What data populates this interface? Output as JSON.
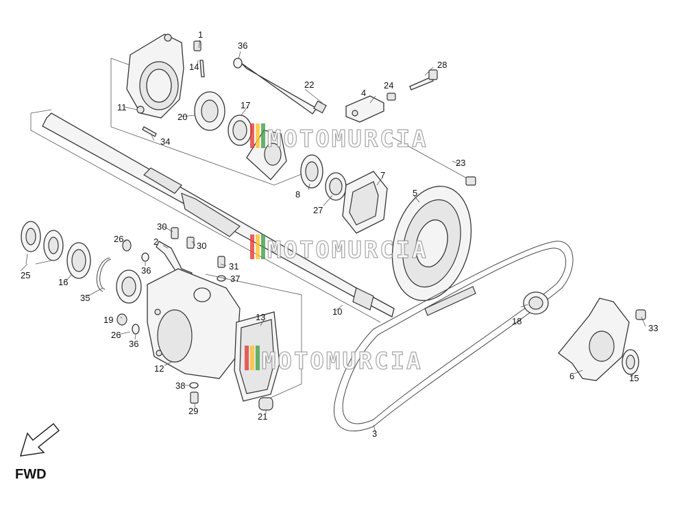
{
  "callouts": {
    "p1": "1",
    "p2": "2",
    "p3": "3",
    "p4": "4",
    "p5": "5",
    "p6": "6",
    "p7": "7",
    "p8": "8",
    "p10": "10",
    "p11": "11",
    "p12": "12",
    "p13": "13",
    "p14": "14",
    "p15": "15",
    "p16": "16",
    "p17": "17",
    "p18": "18",
    "p19": "19",
    "p20": "20",
    "p21": "21",
    "p22": "22",
    "p23": "23",
    "p24": "24",
    "p25": "25",
    "p26a": "26",
    "p26b": "26",
    "p27": "27",
    "p28": "28",
    "p29": "29",
    "p30a": "30",
    "p30b": "30",
    "p31": "31",
    "p33": "33",
    "p34": "34",
    "p35": "35",
    "p36a": "36",
    "p36b": "36",
    "p36c": "36",
    "p37": "37",
    "p38": "38"
  },
  "watermark": {
    "text": "MOTOMURCIA",
    "stripe_colors": [
      "#e53935",
      "#fbc02d",
      "#43a047"
    ]
  },
  "direction_label": "FWD"
}
